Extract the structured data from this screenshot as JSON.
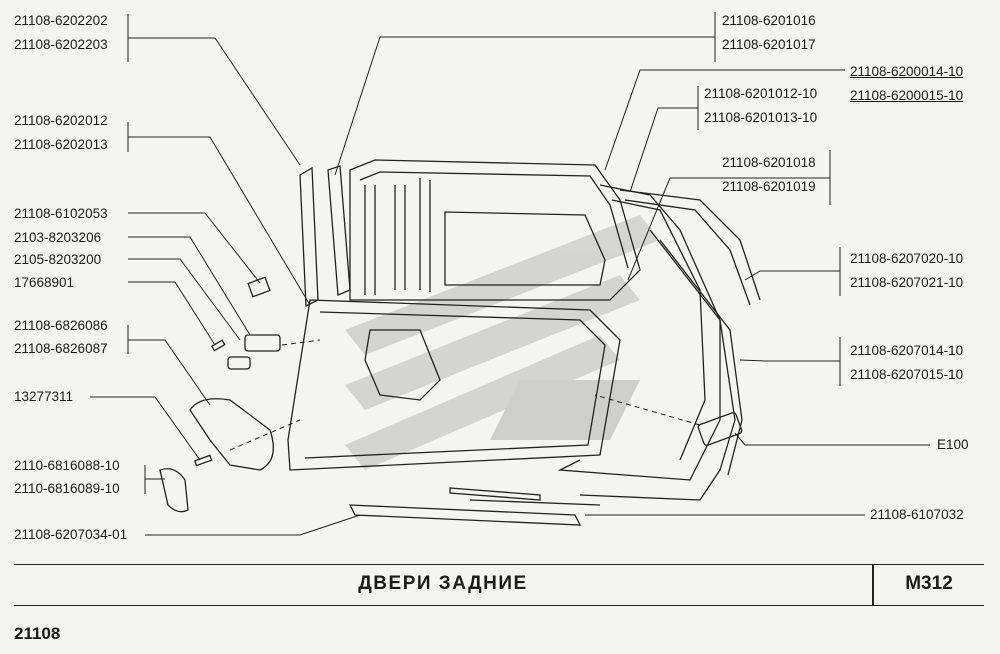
{
  "labels": {
    "l1": "21108-6202202",
    "l2": "21108-6202203",
    "l3": "21108-6202012",
    "l4": "21108-6202013",
    "l5": "21108-6102053",
    "l6": "2103-8203206",
    "l7": "2105-8203200",
    "l8": "17668901",
    "l9": "21108-6826086",
    "l10": "21108-6826087",
    "l11": "13277311",
    "l12": "2110-6816088-10",
    "l13": "2110-6816089-10",
    "l14": "21108-6207034-01",
    "r1": "21108-6201016",
    "r2": "21108-6201017",
    "r3": "21108-6200014-10",
    "r4": "21108-6200015-10",
    "r5": "21108-6201012-10",
    "r6": "21108-6201013-10",
    "r7": "21108-6201018",
    "r8": "21108-6201019",
    "r9": "21108-6207020-10",
    "r10": "21108-6207021-10",
    "r11": "21108-6207014-10",
    "r12": "21108-6207015-10",
    "r13": "E100",
    "r14": "21108-6107032"
  },
  "footer": {
    "title": "ДВЕРИ  ЗАДНИЕ",
    "code": "M312",
    "model": "21108"
  }
}
